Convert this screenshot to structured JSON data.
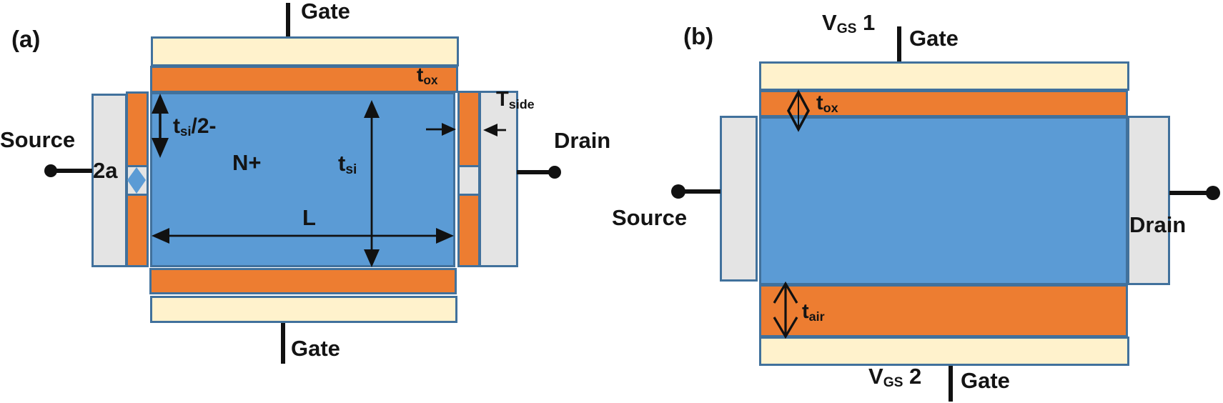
{
  "figure": {
    "panel_a": {
      "tag": "(a)",
      "gate_top_label": "Gate",
      "gate_bottom_label": "Gate",
      "source_label": "Source",
      "drain_label": "Drain",
      "channel_doping_label": "N+",
      "dims": {
        "tox": {
          "base": "t",
          "sub": "ox",
          "suffix": ""
        },
        "tsi_half": {
          "base": "t",
          "sub": "si",
          "suffix": "/2-"
        },
        "tsi": {
          "base": "t",
          "sub": "si",
          "suffix": ""
        },
        "channel_length": "L",
        "aperture": "2a",
        "tside": {
          "base": "T",
          "sub": "side",
          "suffix": ""
        }
      }
    },
    "panel_b": {
      "tag": "(b)",
      "vgs1": {
        "base": "V",
        "sub": "GS",
        "suffix": " 1"
      },
      "vgs2": {
        "base": "V",
        "sub": "GS",
        "suffix": " 2"
      },
      "gate_top_label": "Gate",
      "gate_bottom_label": "Gate",
      "source_label": "Source",
      "drain_label": "Drain",
      "dims": {
        "tox": {
          "base": "t",
          "sub": "ox",
          "suffix": ""
        },
        "tair": {
          "base": "t",
          "sub": "air",
          "suffix": ""
        }
      }
    },
    "colors": {
      "body_blue": "#5B9BD5",
      "oxide_orange": "#ED7D31",
      "gate_cream": "#FFF2CC",
      "contact_gray": "#E4E4E4",
      "outline_blue": "#41719C",
      "annotation_black": "#141414"
    }
  }
}
